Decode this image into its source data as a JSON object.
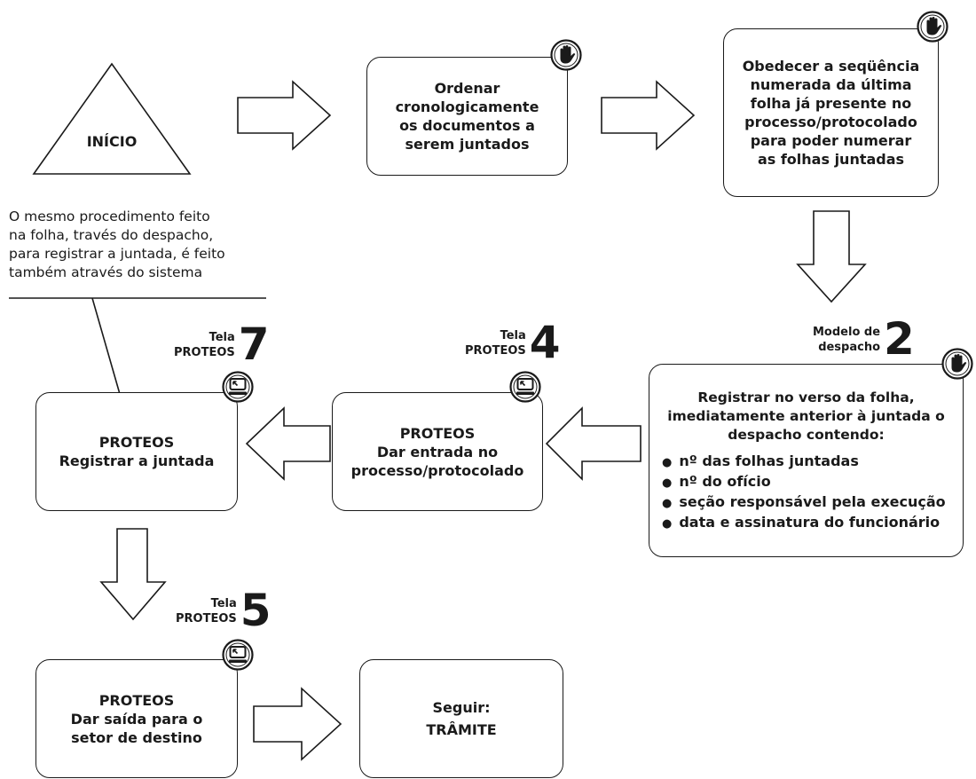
{
  "start": {
    "label": "INÍCIO"
  },
  "steps": {
    "order": {
      "lines": [
        "Ordenar",
        "cronologicamente",
        "os documentos a",
        "serem juntados"
      ]
    },
    "sequence": {
      "lines": [
        "Obedecer a seqüência",
        "numerada da última",
        "folha já presente no",
        "processo/protocolado",
        "para poder numerar",
        "as folhas juntadas"
      ]
    },
    "despacho": {
      "lines": [
        "Registrar no verso da folha,",
        "imediatamente anterior à juntada o",
        "despacho contendo:"
      ],
      "items": [
        "nº das folhas juntadas",
        "nº  do ofício",
        "seção responsável pela execução",
        "data e assinatura do funcionário"
      ]
    },
    "entrada": {
      "lines": [
        "PROTEOS",
        "Dar entrada no",
        "processo/protocolado"
      ]
    },
    "registrar": {
      "lines": [
        "PROTEOS",
        "Registrar a juntada"
      ]
    },
    "saida": {
      "lines": [
        "PROTEOS",
        "Dar saída para o",
        "setor de destino"
      ]
    },
    "tramite": {
      "lines": [
        "Seguir:",
        "TRÂMITE"
      ]
    }
  },
  "note": {
    "lines": [
      "O mesmo procedimento feito",
      "na folha, través do despacho,",
      "para registrar a juntada, é feito",
      "também através do sistema"
    ]
  },
  "labels": {
    "modelo": {
      "line1": "Modelo de",
      "line2": "despacho",
      "number": "2"
    },
    "tela4": {
      "line1": "Tela",
      "line2": "PROTEOS",
      "number": "4"
    },
    "tela7": {
      "line1": "Tela",
      "line2": "PROTEOS",
      "number": "7"
    },
    "tela5": {
      "line1": "Tela",
      "line2": "PROTEOS",
      "number": "5"
    }
  },
  "icons": {
    "manual": "hand-icon",
    "system": "computer-icon"
  }
}
